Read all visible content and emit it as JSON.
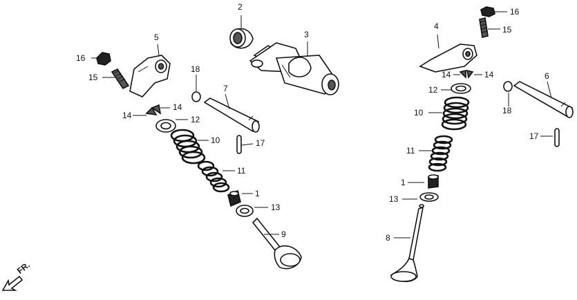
{
  "diagram": {
    "part_numbers": {
      "p1_left": "1",
      "p1_right": "1",
      "p2": "2",
      "p3": "3",
      "p4": "4",
      "p5": "5",
      "p6": "6",
      "p7": "7",
      "p8": "8",
      "p9": "9",
      "p10_left": "10",
      "p10_right": "10",
      "p11_left": "11",
      "p11_right": "11",
      "p12_left": "12",
      "p12_right": "12",
      "p13_left": "13",
      "p13_right": "13",
      "p14_left_a": "14",
      "p14_left_b": "14",
      "p14_right_a": "14",
      "p14_right_b": "14",
      "p15_left": "15",
      "p15_right": "15",
      "p16_left": "16",
      "p16_right": "16",
      "p17_left": "17",
      "p17_right": "17",
      "p18_left": "18",
      "p18_right": "18"
    },
    "direction_label": "FR."
  }
}
